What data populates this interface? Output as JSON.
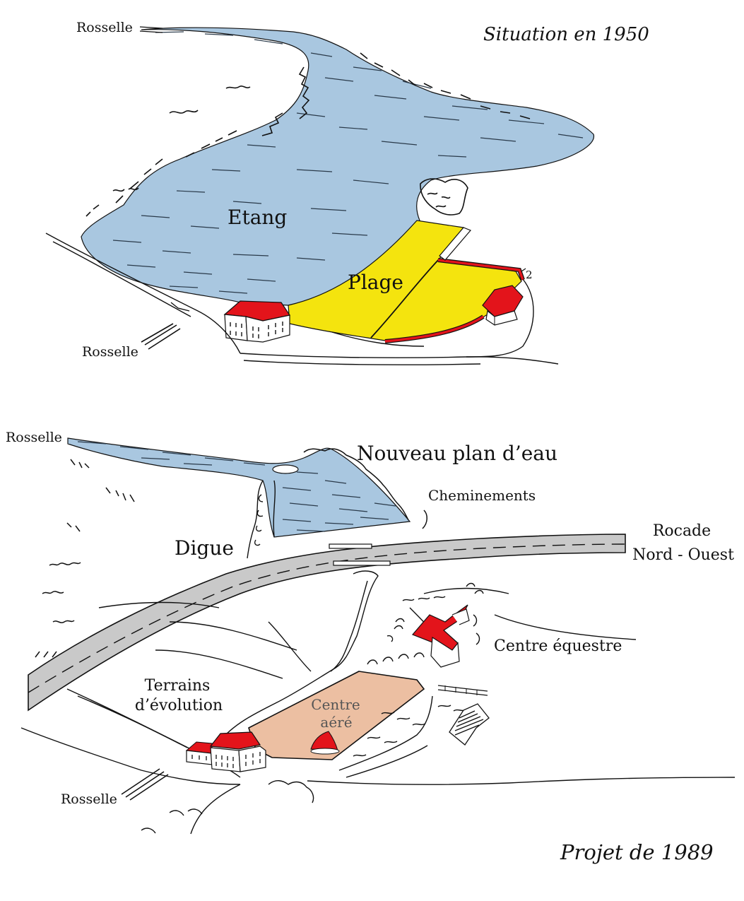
{
  "upper_map": {
    "title": "Situation en 1950",
    "labels": {
      "rosselle_top": "Rosselle",
      "rosselle_bottom": "Rosselle",
      "etang": "Etang",
      "plage": "Plage",
      "marker": "2"
    }
  },
  "lower_map": {
    "title": "Projet de 1989",
    "labels": {
      "rosselle_top": "Rosselle",
      "rosselle_bottom": "Rosselle",
      "nouveau_plan": "Nouveau plan d’eau",
      "cheminements": "Cheminements",
      "digue": "Digue",
      "rocade_line1": "Rocade",
      "rocade_line2": "Nord - Ouest",
      "centre_equestre": "Centre équestre",
      "terrains_line1": "Terrains",
      "terrains_line2": "d’évolution",
      "centre_aere_line1": "Centre",
      "centre_aere_line2": "aéré"
    }
  },
  "colors": {
    "water": "#a9c7e0",
    "beach": "#f4e40e",
    "roof": "#e3141b",
    "road": "#c9c9c9",
    "center_area": "#ecbfa2",
    "ink": "#111111"
  }
}
